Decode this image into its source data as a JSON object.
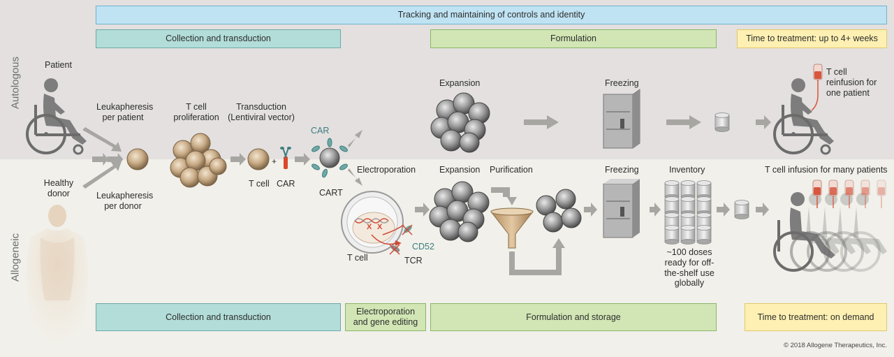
{
  "top_band": "Tracking and maintaining of controls and identity",
  "side_labels": {
    "autologous": "Autologous",
    "allogeneic": "Allogeneic"
  },
  "top_row": {
    "collection": "Collection and transduction",
    "formulation": "Formulation",
    "time": "Time to treatment: up to 4+ weeks"
  },
  "bottom_row": {
    "collection": "Collection and transduction",
    "editing": "Electroporation and gene editing",
    "formulation": "Formulation and storage",
    "time": "Time to treatment: on demand"
  },
  "labels": {
    "patient": "Patient",
    "healthy_donor": "Healthy donor",
    "leuk_patient": "Leukapheresis per patient",
    "leuk_donor": "Leukapheresis per donor",
    "t_cell_prolif": "T cell proliferation",
    "transduction": "Transduction (Lentiviral vector)",
    "t_cell": "T cell",
    "plus": "+",
    "car": "CAR",
    "car_top": "CAR",
    "cart": "CART",
    "electroporation": "Electroporation",
    "t_cell_2": "T cell",
    "cd52": "CD52",
    "tcr": "TCR",
    "x_mark": "X",
    "expansion_top": "Expansion",
    "freezing_top": "Freezing",
    "reinfusion": "T cell reinfusion for one patient",
    "expansion_bot": "Expansion",
    "purification": "Purification",
    "freezing_bot": "Freezing",
    "inventory": "Inventory",
    "infusion_many": "T cell infusion for many patients",
    "doses": "~100 doses ready for off-the-shelf use globally"
  },
  "copyright": "© 2018 Allogene Therapeutics, Inc.",
  "colors": {
    "top_bg": "#e3e0df",
    "bottom_bg": "#f1f0ea",
    "blue": "#bfe3f3",
    "teal": "#b2ddd8",
    "green": "#d1e6b4",
    "yellow": "#fdf0b2",
    "cell": "#b59a76",
    "grey_cell": "#8c8c8c",
    "car_red": "#d9482b"
  },
  "icons": [
    "wheelchair-patient-icon",
    "human-silhouette-icon",
    "t-cell-icon",
    "car-receptor-icon",
    "cart-cell-icon",
    "electroporated-cell-icon",
    "dna-icon",
    "freezer-icon",
    "vial-icon",
    "funnel-icon",
    "iv-bag-icon",
    "arrow-icon"
  ]
}
